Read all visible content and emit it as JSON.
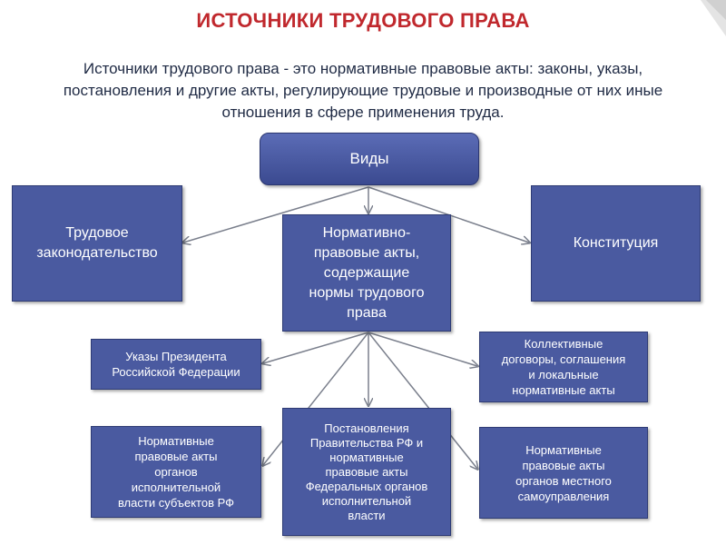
{
  "title": "ИСТОЧНИКИ ТРУДОВОГО ПРАВА",
  "intro": "Источники трудового права - это нормативные правовые акты: законы, указы, постановления и другие акты, регулирующие трудовые и производные от них иные отношения в сфере применения труда.",
  "colors": {
    "title": "#c0282d",
    "box_fill": "#4a5aa0",
    "arrow": "#7a7f8c",
    "stripe": "#e4e4e4"
  },
  "diagram": {
    "root": "Виды",
    "level1": {
      "left": "Трудовое законодательство",
      "center": "Нормативно-\nправовые акты,\nсодержащие\nнормы трудового\nправа",
      "right": "Конституция"
    },
    "level2": {
      "presidential_decrees": "Указы Президента\nРоссийской Федерации",
      "collective_agreements": "Коллективные\nдоговоры, соглашения\nи локальные\nнормативные акты",
      "government_resolutions": "Постановления\nПравительства РФ и\nнормативные\nправовые акты\nФедеральных органов\nисполнительной\nвласти",
      "regional_acts": "Нормативные\nправовые акты\nорганов\nисполнительной\nвласти субъектов РФ",
      "municipal_acts": "Нормативные\nправовые акты\nорганов местного\nсамоуправления"
    }
  }
}
